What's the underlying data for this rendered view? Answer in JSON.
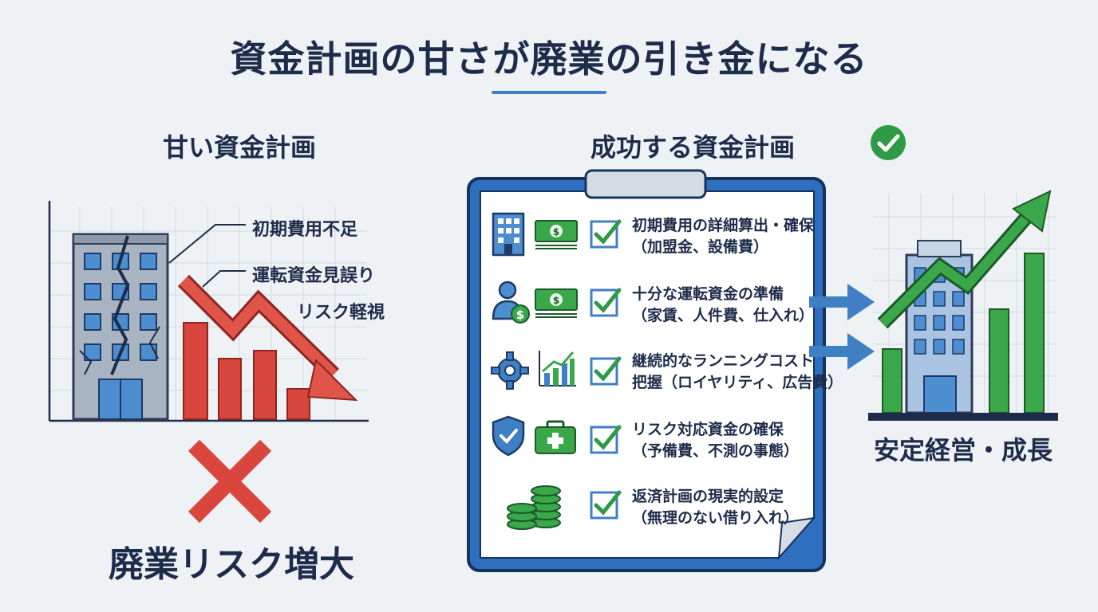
{
  "title": "資金計画の甘さが廃業の引き金になる",
  "bad_plan": {
    "heading": "甘い資金計画",
    "labels": [
      "初期費用不足",
      "運転資金見誤り",
      "リスク軽視"
    ],
    "result": "廃業リスク増大",
    "icons": [
      "cracked-building-icon",
      "declining-bar-chart-icon",
      "down-arrow-icon",
      "red-x-icon"
    ]
  },
  "good_plan": {
    "heading": "成功する資金計画",
    "items": [
      {
        "line1": "初期費用の詳細算出・確保",
        "line2": "（加盟金、設備費）",
        "icons": [
          "building-icon",
          "money-icon"
        ]
      },
      {
        "line1": "十分な運転資金の準備",
        "line2": "（家賃、人件費、仕入れ）",
        "icons": [
          "person-dollar-icon",
          "money-icon"
        ]
      },
      {
        "line1": "継続的なランニングコスト",
        "line2": "把握（ロイヤリティ、広告費）",
        "icons": [
          "gear-icon",
          "growth-chart-icon"
        ]
      },
      {
        "line1": "リスク対応資金の確保",
        "line2": "（予備費、不測の事態）",
        "icons": [
          "shield-check-icon",
          "first-aid-kit-icon"
        ]
      },
      {
        "line1": "返済計画の現実的設定",
        "line2": "（無理のない借り入れ）",
        "icons": [
          "coin-stack-icon"
        ]
      }
    ],
    "outcome": "安定経営・成長"
  },
  "colors": {
    "navy": "#1d2c4a",
    "accent_blue": "#3f7fc4",
    "red": "#d9463e",
    "green": "#3aa84a",
    "check_green": "#2e9a45"
  }
}
